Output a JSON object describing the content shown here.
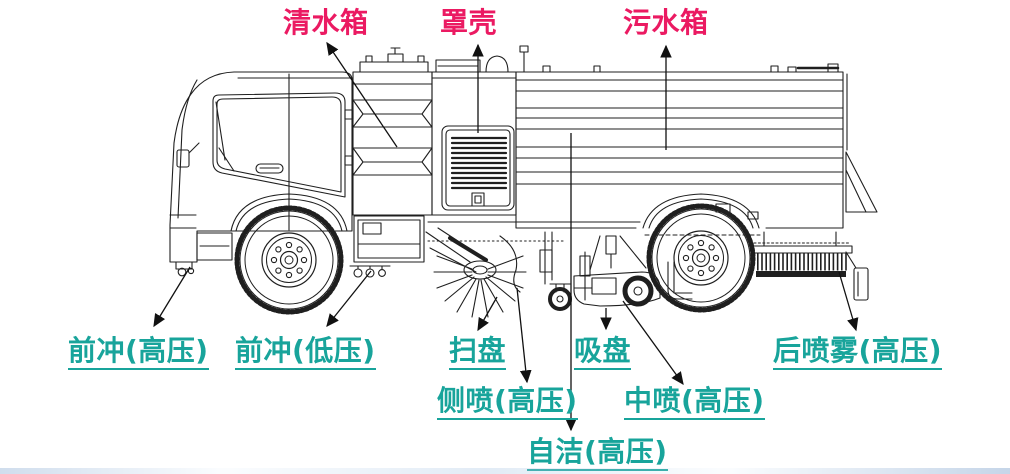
{
  "colors": {
    "top_label": "#EB1A62",
    "bottom_label": "#18A49B",
    "line_art": "#1F1F1F",
    "background": "#FFFFFF"
  },
  "drawing": {
    "subject_icon": "sweeper-truck-line-drawing"
  },
  "labels": {
    "top": [
      {
        "id": "clean-water-tank",
        "text": "清水箱"
      },
      {
        "id": "cover-shell",
        "text": "罩壳"
      },
      {
        "id": "sewage-water-tank",
        "text": "污水箱"
      }
    ],
    "bottom": [
      {
        "id": "front-flush-high-pressure",
        "text": "前冲(高压)"
      },
      {
        "id": "front-flush-low-pressure",
        "text": "前冲(低压)"
      },
      {
        "id": "sweep-disc",
        "text": "扫盘"
      },
      {
        "id": "suction-mouth",
        "text": "吸盘"
      },
      {
        "id": "rear-spray-high-pressure",
        "text": "后喷雾(高压)"
      },
      {
        "id": "side-spray-high-pressure",
        "text": "侧喷(高压)"
      },
      {
        "id": "middle-spray-high-pressure",
        "text": "中喷(高压)"
      },
      {
        "id": "self-clean-high-pressure",
        "text": "自洁(高压)"
      }
    ]
  }
}
